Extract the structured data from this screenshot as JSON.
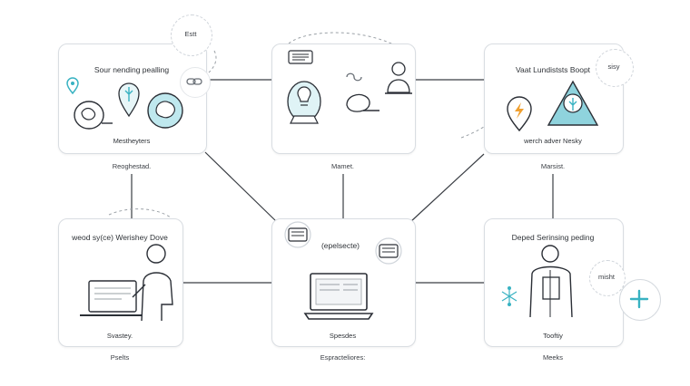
{
  "diagram": {
    "accent": "#38b2c2",
    "line_color": "#3a3e44",
    "cards": [
      {
        "id": "c1",
        "title": "Sour nending pealling",
        "caption": "Mestheyters",
        "outside": "Reoghestad."
      },
      {
        "id": "c2",
        "title": "",
        "caption": "",
        "outside": "Mamet."
      },
      {
        "id": "c3",
        "title": "Vaat Lundiststs Boopt",
        "caption": "werch adver Nesky",
        "outside": "Marsist."
      },
      {
        "id": "c4",
        "title": "weod sy(ce) Werishey Dove",
        "caption": "Svastey.",
        "outside": "Pselts"
      },
      {
        "id": "c5",
        "title": "(epelsecte)",
        "caption": "Spesdes",
        "outside": "Espracteliores:"
      },
      {
        "id": "c6",
        "title": "Deped Serinsing peding",
        "caption": "Tooftiy",
        "outside": "Meeks"
      }
    ],
    "bubbles": [
      {
        "id": "b1",
        "text": "Estt"
      },
      {
        "id": "b2",
        "text": "sisy"
      },
      {
        "id": "b3",
        "text": "misht"
      }
    ],
    "icons": [
      "map-pin-icon",
      "brain-head-icon",
      "lightbulb-head-icon",
      "person-laptop-icon",
      "laptop-icon",
      "doctor-icon",
      "cross-icon",
      "chain-link-icon",
      "location-arrow-icon",
      "tree-location-icon",
      "document-stack-icon",
      "molecule-icon"
    ]
  }
}
